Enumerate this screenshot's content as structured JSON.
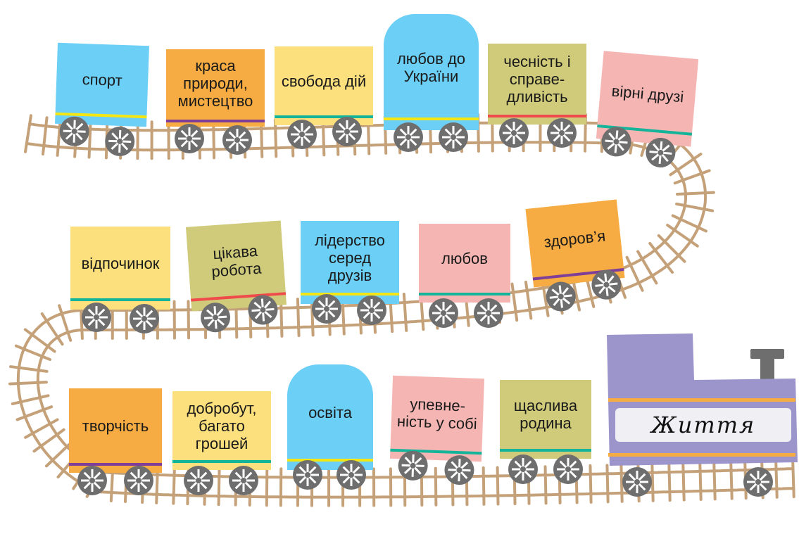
{
  "colors": {
    "blue": "#6ccff6",
    "orange": "#f6ac42",
    "yellow": "#fde07e",
    "olive": "#cfcb7a",
    "pink": "#f5b6b3",
    "purple": "#9b95cc",
    "wheel": "#6e6e6e",
    "track": "#c4a179",
    "stripe_yellow": "#f4e513",
    "stripe_purple": "#7f3f98",
    "stripe_teal": "#14b49a",
    "stripe_red": "#ef4b4b"
  },
  "locomotive": {
    "label": "Життя",
    "color": "#9b95cc"
  },
  "cars": [
    {
      "text": "спорт",
      "color": "#6ccff6"
    },
    {
      "text": "краса природи, мистецтво",
      "color": "#f6ac42"
    },
    {
      "text": "свобода дій",
      "color": "#fde07e"
    },
    {
      "text": "любов до України",
      "color": "#6ccff6"
    },
    {
      "text": "чесність і справе-дливість",
      "color": "#cfcb7a"
    },
    {
      "text": "вірні друзі",
      "color": "#f5b6b3"
    },
    {
      "text": "відпочинок",
      "color": "#fde07e"
    },
    {
      "text": "цікава робота",
      "color": "#cfcb7a"
    },
    {
      "text": "лідерство серед друзів",
      "color": "#6ccff6"
    },
    {
      "text": "любов",
      "color": "#f5b6b3"
    },
    {
      "text": "здоров’я",
      "color": "#f6ac42"
    },
    {
      "text": "творчість",
      "color": "#f6ac42"
    },
    {
      "text": "добробут, багато грошей",
      "color": "#fde07e"
    },
    {
      "text": "освіта",
      "color": "#6ccff6"
    },
    {
      "text": "упевне-ність у собі",
      "color": "#f5b6b3"
    },
    {
      "text": "щаслива родина",
      "color": "#cfcb7a"
    }
  ]
}
